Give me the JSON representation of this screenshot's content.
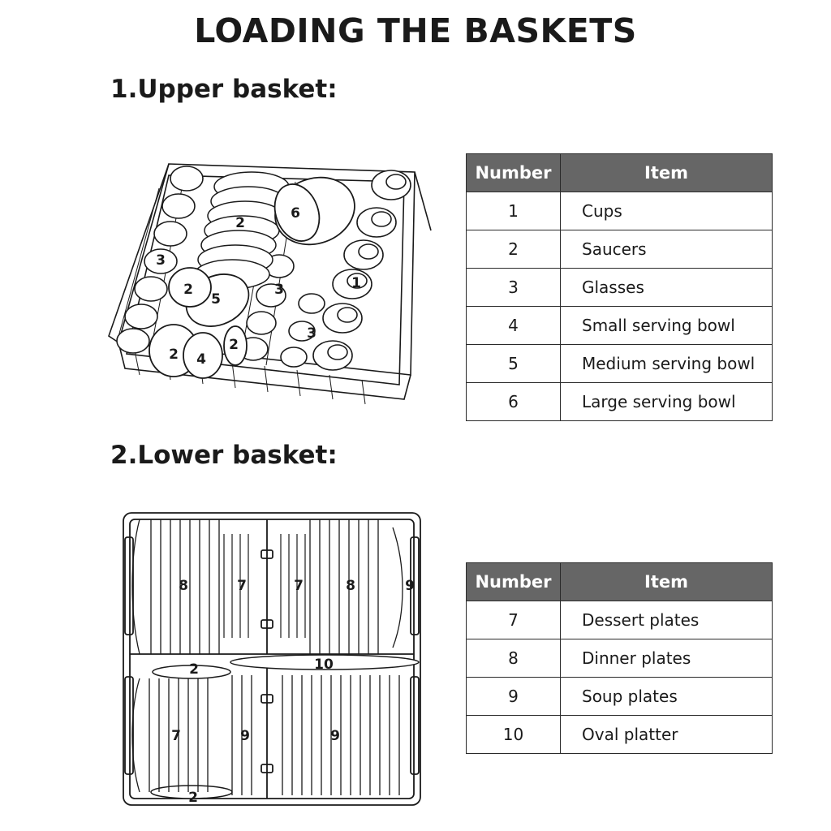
{
  "page_title": "LOADING THE BASKETS",
  "upper": {
    "title": "1.Upper basket:",
    "callouts": [
      "1",
      "2",
      "2",
      "2",
      "2",
      "3",
      "3",
      "3",
      "4",
      "5",
      "6"
    ],
    "table": {
      "headers": [
        "Number",
        "Item"
      ],
      "rows": [
        {
          "number": "1",
          "item": "Cups"
        },
        {
          "number": "2",
          "item": "Saucers"
        },
        {
          "number": "3",
          "item": "Glasses"
        },
        {
          "number": "4",
          "item": "Small serving bowl"
        },
        {
          "number": "5",
          "item": "Medium serving bowl"
        },
        {
          "number": "6",
          "item": "Large serving bowl"
        }
      ]
    }
  },
  "lower": {
    "title": "2.Lower basket:",
    "callouts": [
      "8",
      "7",
      "7",
      "8",
      "9",
      "2",
      "10",
      "7",
      "9",
      "9",
      "2"
    ],
    "table": {
      "headers": [
        "Number",
        "Item"
      ],
      "rows": [
        {
          "number": "7",
          "item": "Dessert plates"
        },
        {
          "number": "8",
          "item": "Dinner plates"
        },
        {
          "number": "9",
          "item": "Soup plates"
        },
        {
          "number": "10",
          "item": "Oval platter"
        }
      ]
    }
  }
}
